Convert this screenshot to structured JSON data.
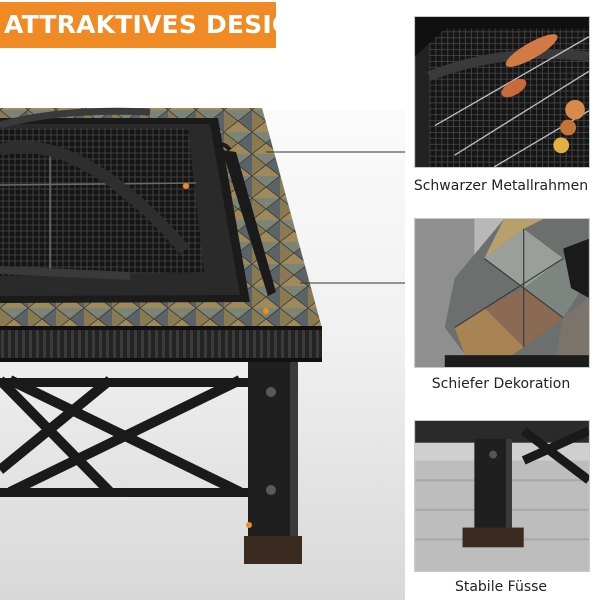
{
  "banner": {
    "title": "ATTRAKTIVES DESIGN"
  },
  "features": [
    {
      "label": "Schwarzer Metallrahmen",
      "icon": "grill-grate-photo"
    },
    {
      "label": "Schiefer Dekoration",
      "icon": "slate-tile-photo"
    },
    {
      "label": "Stabile Füsse",
      "icon": "leg-foot-photo"
    }
  ],
  "colors": {
    "accent": "#f08a24",
    "frame": "#1c1c1c",
    "callout_line": "#333333"
  }
}
